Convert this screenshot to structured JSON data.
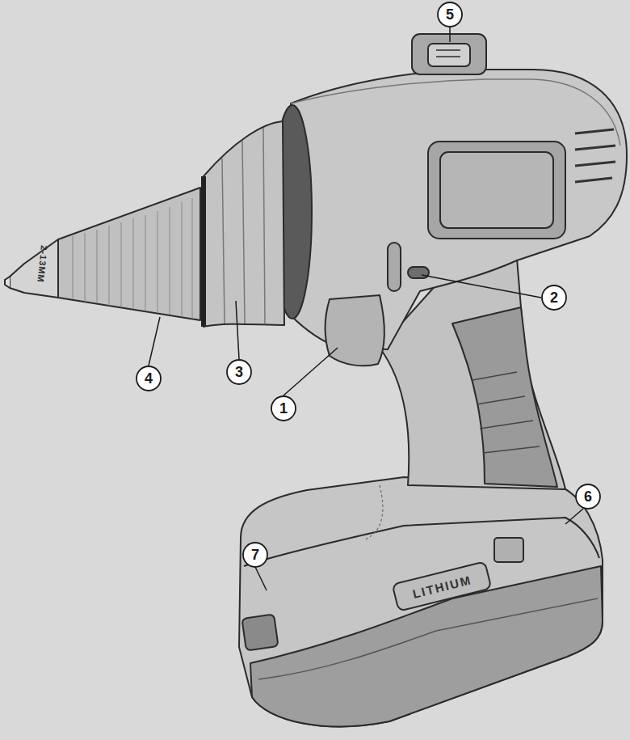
{
  "diagram": {
    "labels": [
      "5",
      "2",
      "4",
      "3",
      "1",
      "7",
      "6",
      "2-13MM",
      "LITHIUM"
    ]
  }
}
